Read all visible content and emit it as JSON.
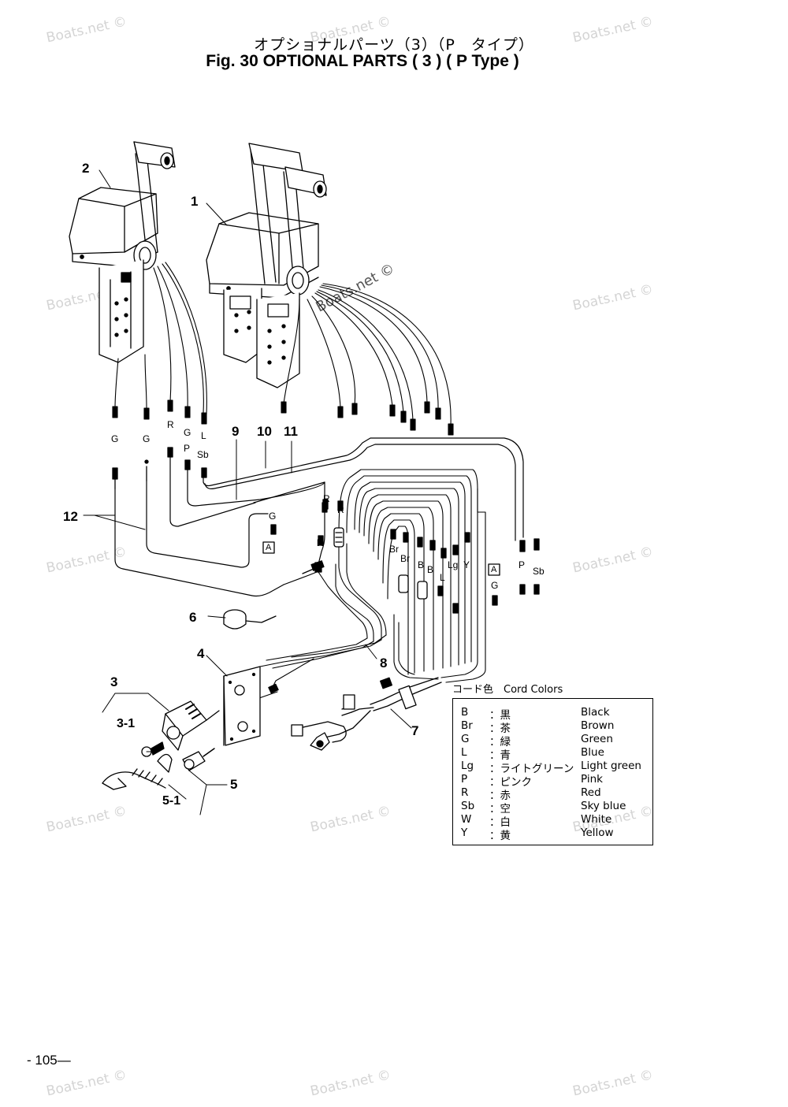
{
  "header": {
    "title_jp": "オプショナルパーツ（3）（P　タイプ）",
    "title_en": "Fig. 30   OPTIONAL PARTS ( 3 ) ( P Type )"
  },
  "watermark": "Boats.net ©",
  "callouts": [
    "1",
    "2",
    "3",
    "3-1",
    "4",
    "5",
    "5-1",
    "6",
    "7",
    "8",
    "9",
    "10",
    "11",
    "12"
  ],
  "wire_labels": {
    "top_row": [
      "G",
      "G",
      "R",
      "G",
      "L",
      "P",
      "Sb"
    ],
    "right_group": [
      "Br",
      "Br",
      "B",
      "B",
      "L",
      "Lg",
      "Y",
      "P",
      "Sb",
      "G",
      "R",
      "R",
      "R",
      "G",
      "A",
      "A"
    ]
  },
  "legend": {
    "heading": "コード色　Cord Colors",
    "rows": [
      {
        "code": "B",
        "jp": "：黒",
        "en": "Black"
      },
      {
        "code": "Br",
        "jp": "：茶",
        "en": "Brown"
      },
      {
        "code": "G",
        "jp": "：緑",
        "en": "Green"
      },
      {
        "code": "L",
        "jp": "：青",
        "en": "Blue"
      },
      {
        "code": "Lg",
        "jp": "：ライトグリーン",
        "en": "Light green"
      },
      {
        "code": "P",
        "jp": "：ピンク",
        "en": "Pink"
      },
      {
        "code": "R",
        "jp": "：赤",
        "en": "Red"
      },
      {
        "code": "Sb",
        "jp": "：空",
        "en": "Sky blue"
      },
      {
        "code": "W",
        "jp": "：白",
        "en": "White"
      },
      {
        "code": "Y",
        "jp": "：黄",
        "en": "Yellow"
      }
    ]
  },
  "footer": {
    "page_number": "- 105—"
  }
}
